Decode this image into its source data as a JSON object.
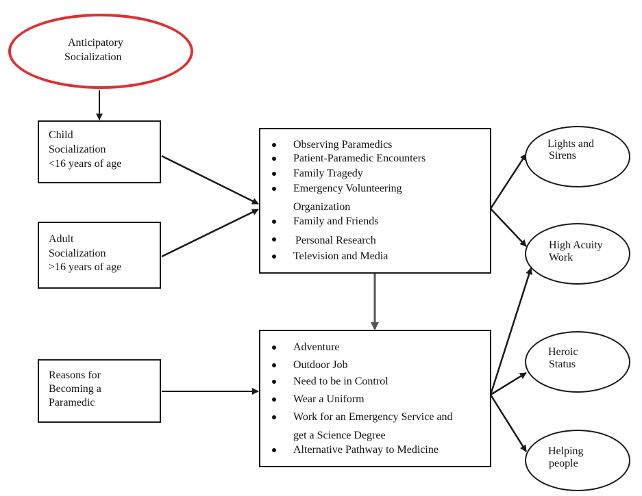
{
  "diagram": {
    "top_node": {
      "lines": [
        "Anticipatory",
        "Socialization"
      ],
      "border_color": "#e03030"
    },
    "child_box": {
      "lines": [
        "Child",
        "Socialization",
        "<16 years of age"
      ]
    },
    "adult_box": {
      "lines": [
        "Adult",
        "Socialization",
        ">16 years of age"
      ]
    },
    "reasons_box": {
      "lines": [
        "Reasons for",
        "Becoming a",
        "Paramedic"
      ]
    },
    "influences_box": {
      "items": [
        "Observing Paramedics",
        "Patient-Paramedic Encounters",
        "Family Tragedy",
        "Emergency Volunteering",
        "Family and Friends",
        "Personal Research",
        "Television and Media"
      ],
      "continuation": "Organization"
    },
    "motives_box": {
      "items": [
        "Adventure",
        "Outdoor Job",
        "Need to be in Control",
        "Wear a Uniform",
        "Work for an Emergency Service and",
        "Alternative Pathway to Medicine"
      ],
      "continuation": "get a Science Degree"
    },
    "outcomes": [
      {
        "lines": [
          "Lights and",
          "Sirens"
        ]
      },
      {
        "lines": [
          "High Acuity",
          "Work"
        ]
      },
      {
        "lines": [
          "Heroic",
          "Status"
        ]
      },
      {
        "lines": [
          "Helping",
          "people"
        ]
      }
    ]
  }
}
